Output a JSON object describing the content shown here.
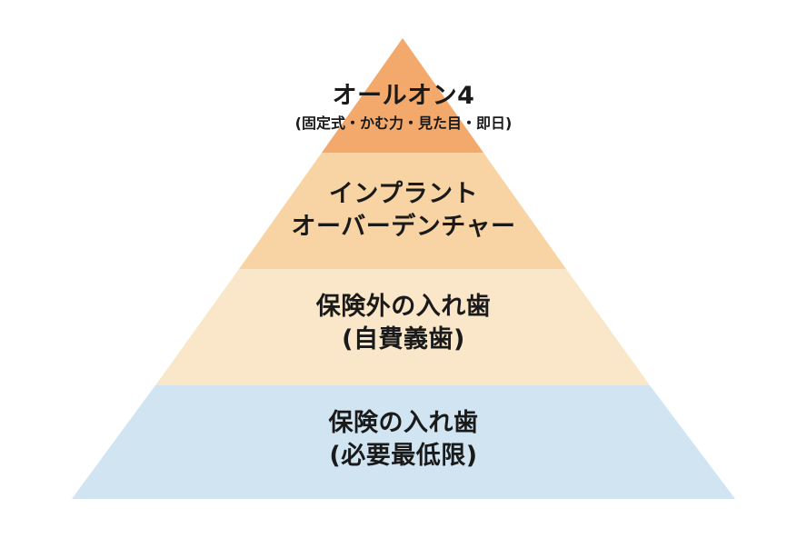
{
  "pyramid": {
    "tiers": [
      {
        "lines": [
          "オールオン4"
        ],
        "sub": "(固定式・かむ力・見た目・即日)",
        "color": "#F3A96B"
      },
      {
        "lines": [
          "インプラント",
          "オーバーデンチャー"
        ],
        "color": "#F8D4A4"
      },
      {
        "lines": [
          "保険外の入れ歯",
          "(自費義歯)"
        ],
        "color": "#FAE6C8"
      },
      {
        "lines": [
          "保険の入れ歯",
          "(必要最低限)"
        ],
        "color": "#D1E4F1"
      }
    ]
  }
}
